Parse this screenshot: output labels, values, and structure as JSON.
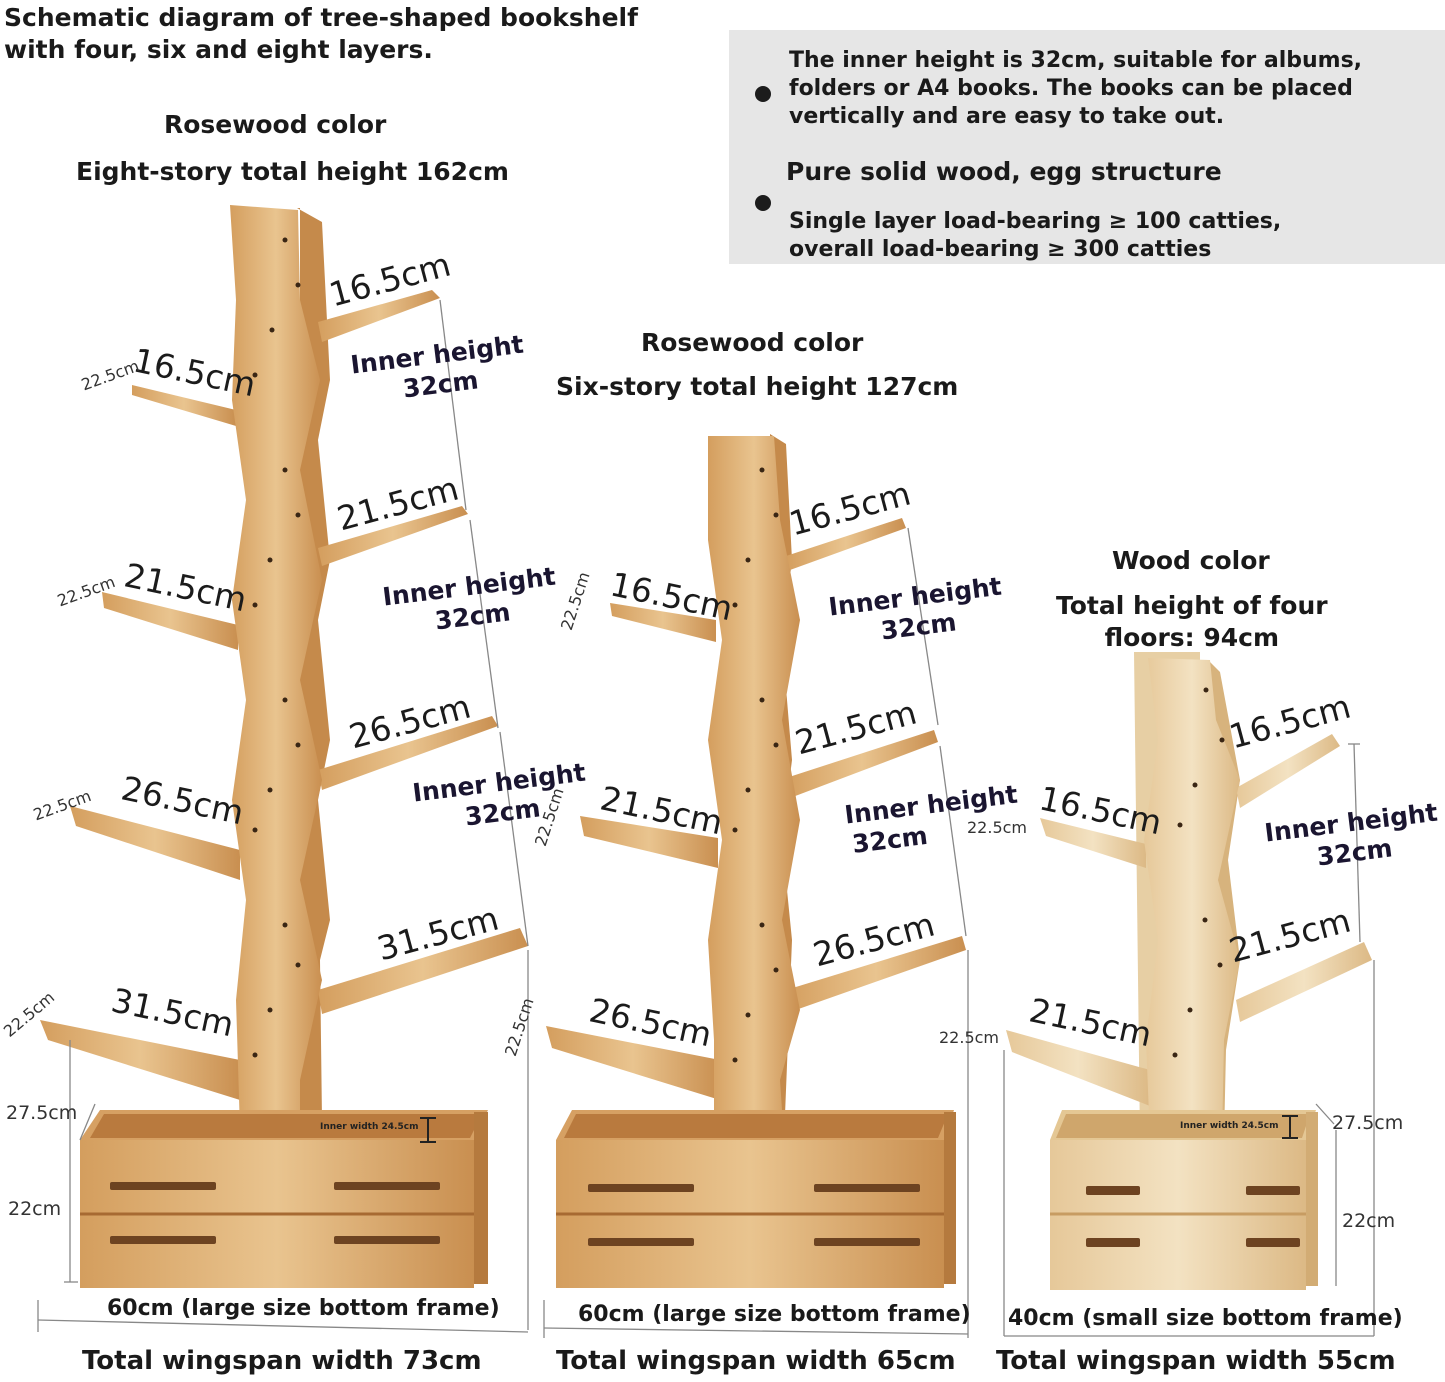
{
  "title_line1": "Schematic diagram of tree-shaped bookshelf",
  "title_line2": "with four, six and eight layers.",
  "info": {
    "point1_line1": "The inner height is 32cm, suitable for albums,",
    "point1_line2": "folders or A4 books. The books can be placed",
    "point1_line3": "vertically and are easy to take out.",
    "point2_heading": "Pure solid wood, egg structure",
    "point2_line1": "Single layer load-bearing ≥ 100 catties,",
    "point2_line2": "overall load-bearing ≥ 300 catties"
  },
  "eight": {
    "color": "Rosewood color",
    "height": "Eight-story total height 162cm",
    "right_dims": [
      "16.5cm",
      "21.5cm",
      "26.5cm",
      "31.5cm"
    ],
    "left_dims": [
      "16.5cm",
      "21.5cm",
      "26.5cm",
      "31.5cm"
    ],
    "depth": "22.5cm",
    "inner_line1": "Inner height",
    "inner_line2": "32cm",
    "box_depth": "27.5cm",
    "box_height": "22cm",
    "inner_width": "Inner width 24.5cm",
    "frame": "60cm (large size bottom frame)",
    "wingspan": "Total wingspan width 73cm"
  },
  "six": {
    "color": "Rosewood color",
    "height": "Six-story total height 127cm",
    "right_dims": [
      "16.5cm",
      "21.5cm",
      "26.5cm"
    ],
    "left_dims": [
      "16.5cm",
      "21.5cm",
      "26.5cm"
    ],
    "depth": "22.5cm",
    "inner_line1": "Inner height",
    "inner_line2": "32cm",
    "frame": "60cm (large size bottom frame)",
    "wingspan": "Total wingspan width 65cm"
  },
  "four": {
    "color": "Wood color",
    "height_line1": "Total height of four",
    "height_line2": "floors: 94cm",
    "right_dims": [
      "16.5cm",
      "21.5cm"
    ],
    "left_dims": [
      "16.5cm",
      "21.5cm"
    ],
    "depth": "22.5cm",
    "inner_line1": "Inner height",
    "inner_line2": "32cm",
    "box_depth": "27.5cm",
    "box_height": "22cm",
    "inner_width": "Inner width 24.5cm",
    "frame": "40cm (small size bottom frame)",
    "wingspan": "Total wingspan width 55cm"
  },
  "colors": {
    "wood_light": "#e8c697",
    "wood_mid": "#d4a56a",
    "wood_dark": "#b98449",
    "pale_wood": "#eedcb9",
    "info_bg": "#e6e6e6"
  }
}
